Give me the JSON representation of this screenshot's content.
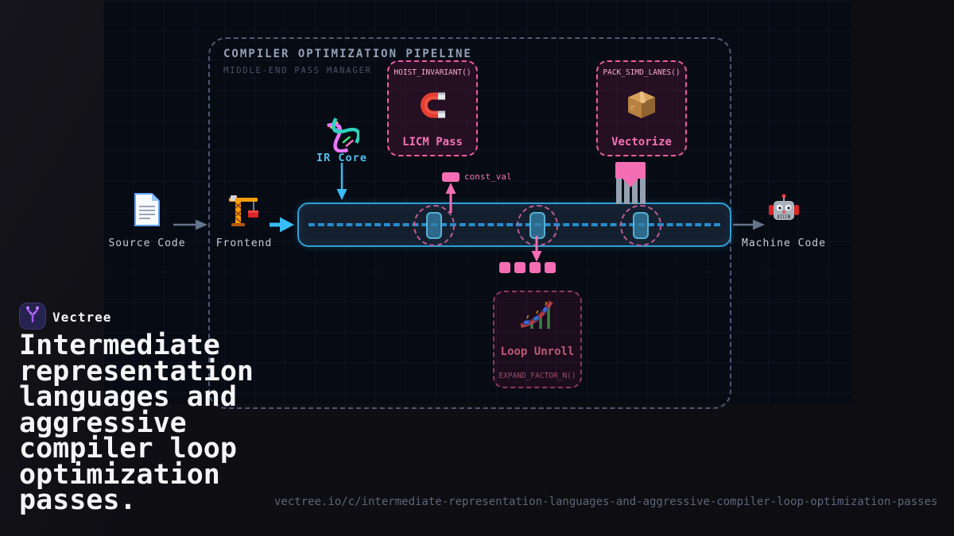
{
  "colors": {
    "accent_pink": "#f472b6",
    "accent_blue": "#38bdf8",
    "slate_text": "#93a1b8",
    "card_border_pink": "#ec5da4",
    "pipeline_border_blue": "#2e9fd8",
    "panel_bg": "#070b14"
  },
  "diagram": {
    "container": {
      "title": "COMPILER OPTIMIZATION PIPELINE",
      "subtitle": "MIDDLE-END PASS MANAGER"
    },
    "cards": {
      "licm": {
        "func": "HOIST_INVARIANT()",
        "name": "LICM Pass",
        "icon": "magnet-icon"
      },
      "vectorize": {
        "func": "PACK_SIMD_LANES()",
        "name": "Vectorize",
        "icon": "package-icon"
      },
      "loop_unroll": {
        "name": "Loop Unroll",
        "func": "EXPAND_FACTOR_N()",
        "icon": "roller-coaster-icon"
      }
    },
    "stages": {
      "source": {
        "label": "Source Code",
        "icon": "document-icon"
      },
      "frontend": {
        "label": "Frontend",
        "icon": "crane-icon"
      },
      "ir_core": {
        "label": "IR Core",
        "icon": "dna-icon"
      },
      "machine": {
        "label": "Machine Code",
        "icon": "robot-icon"
      }
    },
    "annotations": {
      "const_val": "const_val"
    }
  },
  "brand": {
    "name": "Vectree",
    "icon": "vectree-logo-icon"
  },
  "headline": "Intermediate representation languages and aggressive compiler loop optimization passes.",
  "footer_url": "vectree.io/c/intermediate-representation-languages-and-aggressive-compiler-loop-optimization-passes"
}
